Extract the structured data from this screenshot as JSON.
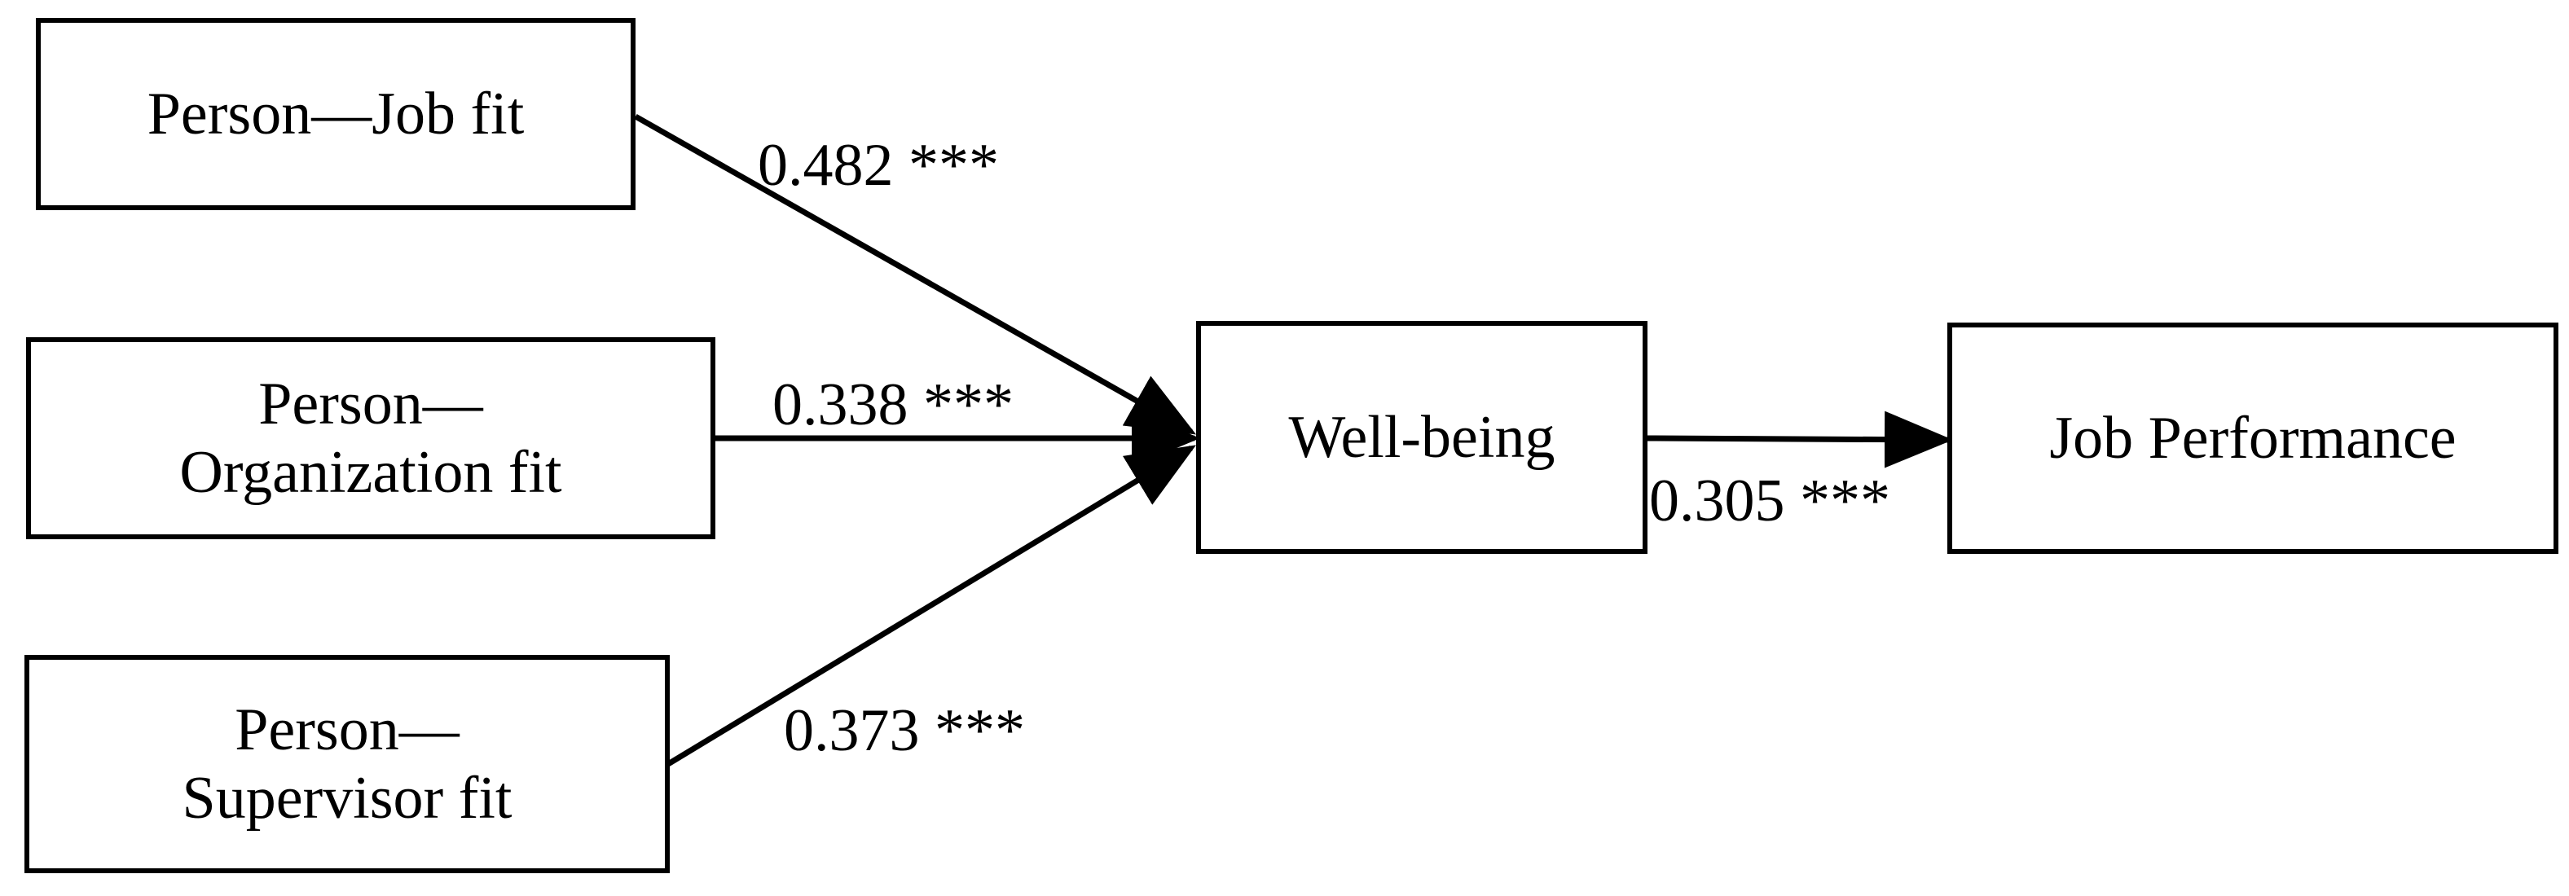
{
  "nodes": {
    "person_job": {
      "lines": [
        "Person—Job fit"
      ]
    },
    "person_org": {
      "lines": [
        "Person—",
        "Organization fit"
      ]
    },
    "person_sup": {
      "lines": [
        "Person—",
        "Supervisor fit"
      ]
    },
    "wellbeing": {
      "lines": [
        "Well-being"
      ]
    },
    "performance": {
      "lines": [
        "Job Performance"
      ]
    }
  },
  "edges": [
    {
      "from": "person_job",
      "to": "wellbeing",
      "label": "0.482 ***"
    },
    {
      "from": "person_org",
      "to": "wellbeing",
      "label": "0.338 ***"
    },
    {
      "from": "person_sup",
      "to": "wellbeing",
      "label": "0.373 ***"
    },
    {
      "from": "wellbeing",
      "to": "performance",
      "label": "0.305 ***"
    }
  ]
}
